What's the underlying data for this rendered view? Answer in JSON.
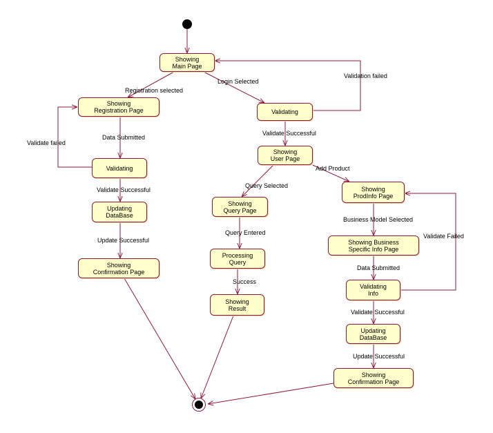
{
  "colors": {
    "line": "#8b1a3a",
    "state_fill": "#ffffcc",
    "node_fill": "#000000"
  },
  "states": {
    "main_page": "Showing\nMain Page",
    "registration_page": "Showing\nRegistration Page",
    "validating_registration": "Validating",
    "updating_database_registration": "Updating\nDataBase",
    "confirmation_registration": "Showing\nConfirmation Page",
    "validating_login": "Validating",
    "user_page": "Showing\nUser Page",
    "query_page": "Showing\nQuery Page",
    "processing_query": "Processing\nQuery",
    "showing_result": "Showing\nResult",
    "prodinfo_page": "Showing\nProdInfo Page",
    "business_specific_info": "Showing Business\nSpecific Info Page",
    "validating_info": "Validating\nInfo",
    "updating_database_product": "Updating\nDataBase",
    "confirmation_product": "Showing\nConfirmation Page"
  },
  "transitions": {
    "registration_selected": "Registration selected",
    "login_selected": "Login Selected",
    "validation_failed": "Validation failed",
    "data_submitted_registration": "Data  Submitted",
    "validate_failed": "Validate failed",
    "validate_successful_registration": "Validate Successful",
    "update_successful_registration": "Update Successful",
    "validate_successful_login": "Validate Successful",
    "add_product": "Add Product",
    "query_selected": "Query Selected",
    "query_entered": "Query Entered",
    "success": "Success",
    "business_model_selected": "Business Model Selected",
    "data_submitted_product": "Data Submitted",
    "validate_failed_product": "Validate Failed",
    "validate_successful_product": "Validate Successful",
    "update_successful_product": "Update Successful"
  }
}
